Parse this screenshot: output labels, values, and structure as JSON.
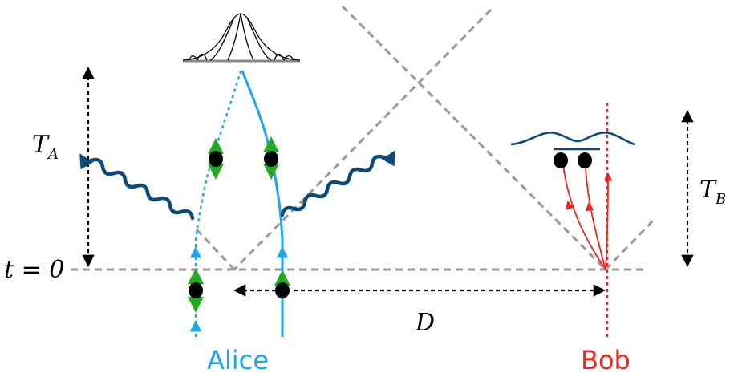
{
  "labels": {
    "t_a_main": "T",
    "t_a_sub": "A",
    "t_b_main": "T",
    "t_b_sub": "B",
    "t_zero": "t = 0",
    "distance": "D",
    "alice": "Alice",
    "bob": "Bob"
  },
  "colors": {
    "alice": "#1aa7ec",
    "bob": "#e8281e",
    "wave": "#0d4a7a",
    "spin": "#22aa22",
    "lightcone": "#999999",
    "ink": "#000000"
  },
  "icons": {
    "wave_packet": "gaussian-wave-packet-icon",
    "double_well": "double-well-potential-icon",
    "photon": "wavy-arrow-icon"
  }
}
